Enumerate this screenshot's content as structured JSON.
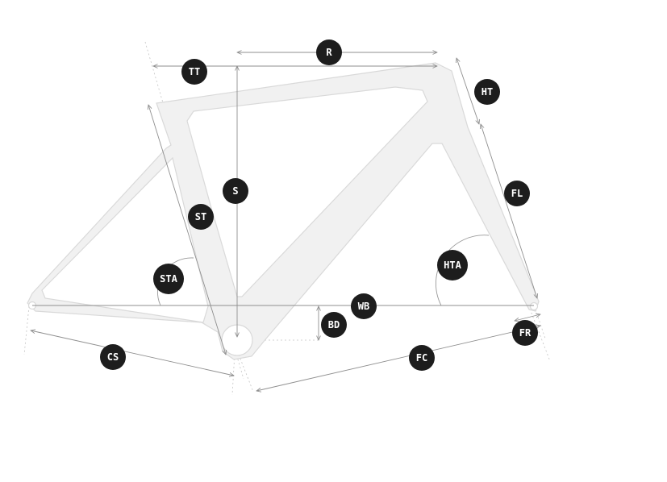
{
  "labels": {
    "r": "R",
    "tt": "TT",
    "ht": "HT",
    "s": "S",
    "fl": "FL",
    "st": "ST",
    "hta": "HTA",
    "sta": "STA",
    "wb": "WB",
    "bd": "BD",
    "fr": "FR",
    "cs": "CS",
    "fc": "FC"
  },
  "colors": {
    "badge": "#1d1d1d",
    "frame_fill": "#f1f1f1",
    "frame_stroke": "#d9d9d9",
    "dimension_line": "#8f8f8f"
  }
}
